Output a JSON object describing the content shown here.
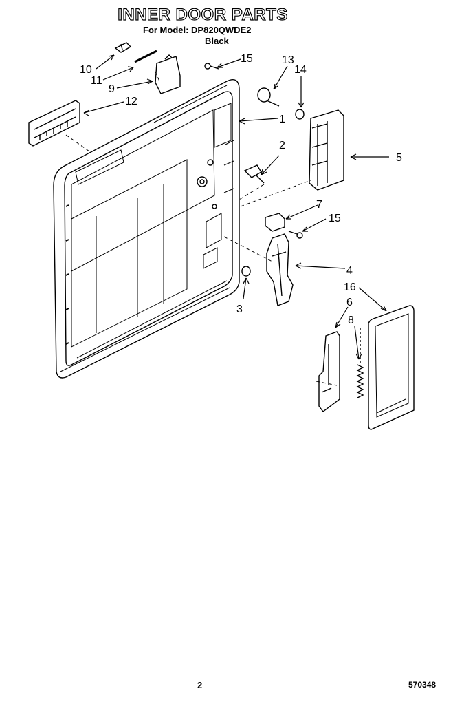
{
  "header": {
    "title": "INNER DOOR PARTS",
    "model_line": "For Model: DP820QWDE2",
    "color_line": "Black"
  },
  "callouts": [
    "1",
    "2",
    "3",
    "4",
    "5",
    "6",
    "7",
    "8",
    "9",
    "10",
    "11",
    "12",
    "13",
    "14",
    "15",
    "15",
    "16"
  ],
  "footer": {
    "page_number": "2",
    "document_code": "570348"
  }
}
